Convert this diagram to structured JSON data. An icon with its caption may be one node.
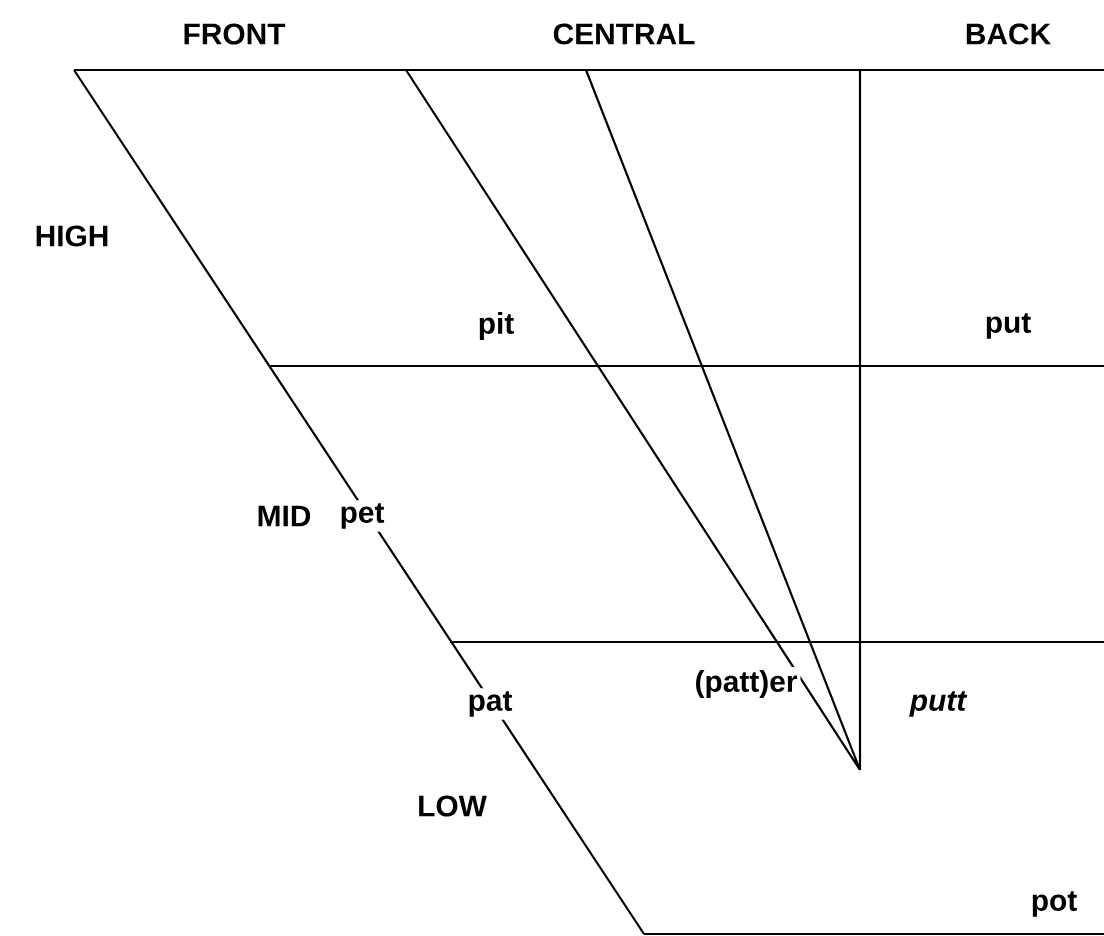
{
  "diagram": {
    "labels": [
      "FRONT",
      "CENTRAL",
      "BACK",
      "HIGH",
      "pit",
      "put",
      "MID",
      "pet",
      "pat",
      "(patt)er",
      "putt",
      "LOW",
      "pot"
    ]
  }
}
